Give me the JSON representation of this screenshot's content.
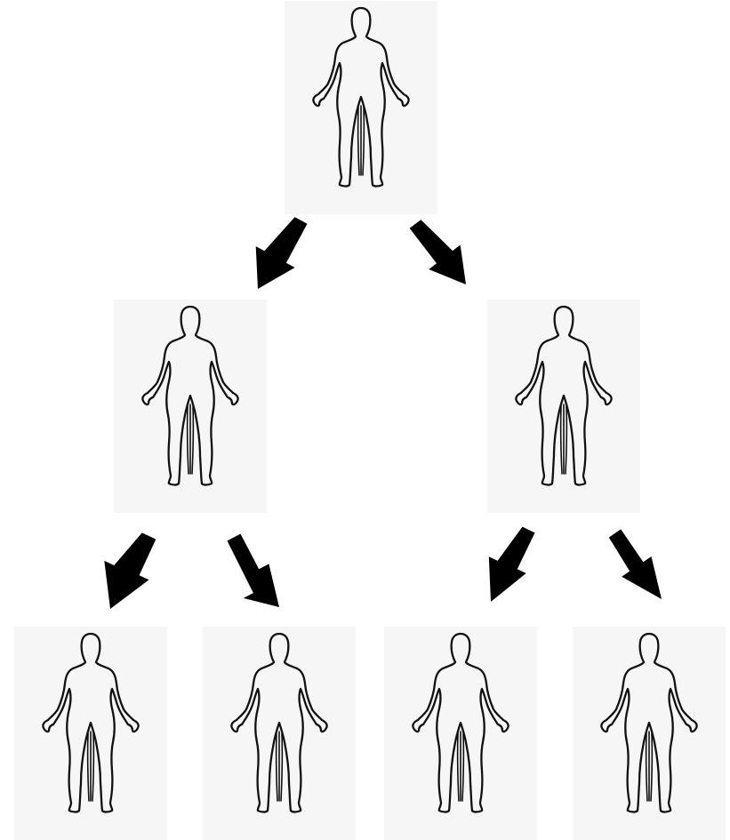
{
  "diagram": {
    "type": "tree",
    "node_icon": "human-body-outline-icon",
    "edge_icon": "arrow-icon",
    "nodes": [
      {
        "id": "root",
        "caption": ""
      },
      {
        "id": "left-child",
        "caption": ""
      },
      {
        "id": "right-child",
        "caption": ""
      },
      {
        "id": "leaf-1",
        "caption": ""
      },
      {
        "id": "leaf-2",
        "caption": ""
      },
      {
        "id": "leaf-3",
        "caption": ""
      },
      {
        "id": "leaf-4",
        "caption": ""
      }
    ],
    "edges": [
      {
        "from": "root",
        "to": "left-child"
      },
      {
        "from": "root",
        "to": "right-child"
      },
      {
        "from": "left-child",
        "to": "leaf-1"
      },
      {
        "from": "left-child",
        "to": "leaf-2"
      },
      {
        "from": "right-child",
        "to": "leaf-3"
      },
      {
        "from": "right-child",
        "to": "leaf-4"
      }
    ],
    "colors": {
      "card_background": "#f6f6f6",
      "outline": "#111111",
      "arrow": "#000000"
    }
  }
}
